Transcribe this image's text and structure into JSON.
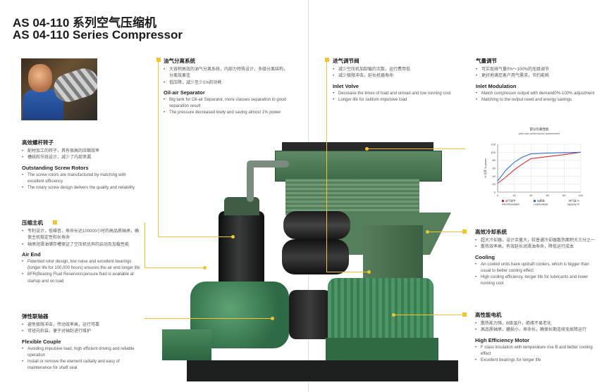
{
  "title": {
    "cn": "AS 04-110 系列空气压缩机",
    "en": "AS 04-110 Series Compressor"
  },
  "sections": {
    "oil_separator": {
      "cn_title": "油气分离系统",
      "cn_items": [
        "大容积高效的油气分离系统，内部力特殊设计，多级分离结构，分离效果佳",
        "低压降，减少至少1%的功耗"
      ],
      "en_title": "Oil-air Separator",
      "en_items": [
        "Big tank for Oil-air Separator, more classes separation to good separation result",
        "The pressure decreased lowly and saving almost 1% power"
      ]
    },
    "inlet_valve": {
      "cn_title": "进气调节阀",
      "cn_items": [
        "减少空压机加卸载的次数，运行费用低",
        "减少极限冲击，延长机器寿命"
      ],
      "en_title": "Inlet Volve",
      "en_items": [
        "Decrease the times of load and  unload and low running cost",
        "Longer life for seldom impulsive load"
      ]
    },
    "inlet_modulation": {
      "cn_title": "气量调节",
      "cn_items": [
        "可实现排气量0%～100%的无级调节",
        "更好地满足客户用气需求，节约能耗"
      ],
      "en_title": "Inlet Modulation",
      "en_items": [
        "Match  compressor  output  with  demand0%-100% adjustment",
        "Matching to the output need and energy savings"
      ]
    },
    "screw_rotors": {
      "cn_title": "高效螺杆转子",
      "cn_items": [
        "配材加工的转子，具有很高的压缩效率",
        "槽线和节线设计，减少了内部泄漏"
      ],
      "en_title": "Outstanding Screw Rotors",
      "en_items": [
        "The screw rotors are manufactured by matching with excellent efficiency",
        "The rotary screw design delivers the quality and reliability"
      ]
    },
    "air_end": {
      "cn_title": "压缩主机",
      "cn_items": [
        "专利设计，低噪音，寿命长达100000小时的高品质轴承，确保主机稳定性和长寿命",
        "轴承润滑油储存槽保证了空压机优异的启动及加载性能"
      ],
      "en_title": "Air End",
      "en_items": [
        "Patented rotor design, low noise and excellent bearings (longer life for 100,000 hours) ensures the air end longer life",
        "BFR(Bearing Fluid Reservoirs)ensure fluid is available at startup and on load"
      ]
    },
    "flexible_couple": {
      "cn_title": "弹性联轴器",
      "cn_items": [
        "避免极限冲击，传动效率高，运行可靠",
        "可径向拆装，便于对轴封进行维护"
      ],
      "en_title": "Flexible Couple",
      "en_items": [
        "Avoiding impulsive load, high efficient driving and reliable operation",
        "Install or remove the element radially and easy of maintenance for shaft seal"
      ]
    },
    "cooling": {
      "cn_title": "高效冷却系统",
      "cn_items": [
        "超大冷却器，设计余量大，较普通冷却器散热面积大三分之一",
        "散热效率高，有效延长润滑油寿命，降低运行成本"
      ],
      "en_title": "Cooling",
      "en_items": [
        "Air-cooled units have updraft coolers, which is bigger than usual to better cooling effect",
        "High cooling efficiency, longer life for lubricants and lower running cost"
      ]
    },
    "motor": {
      "cn_title": "高性能电机",
      "cn_items": [
        "散热能力强，B级温升，绝缘不易老化",
        "高品质轴承，磨损小，寿命长，确保长期连续无故障运行"
      ],
      "en_title": "High Efficiency Motor",
      "en_items": [
        "F class insulation with temperature rise B and better cooling effect",
        "Excellent bearings for longer life"
      ]
    }
  },
  "chart_data": {
    "type": "line",
    "title": "部分负载性能",
    "subtitle": "part load performance assessment",
    "ylabel": "% 功率",
    "ylabel_en": "% power",
    "xlabel": "排气量 %",
    "xlabel_en": "capacity %",
    "xlim": [
      0,
      100
    ],
    "ylim": [
      0,
      120
    ],
    "x_ticks": [
      "0",
      "20",
      "40",
      "60",
      "80",
      "100"
    ],
    "y_ticks": [
      "0",
      "20",
      "40",
      "60",
      "80",
      "100",
      "120"
    ],
    "series": [
      {
        "name": "进气调节",
        "name_en": "Inlet Modulation",
        "color": "#d92b2b",
        "x": [
          0,
          10,
          20,
          30,
          40,
          60,
          80,
          100
        ],
        "y": [
          22,
          38,
          56,
          71,
          84,
          89,
          94,
          100
        ]
      },
      {
        "name": "加卸载",
        "name_en": "Load/Unload",
        "color": "#2f6fd6",
        "x": [
          0,
          10,
          20,
          30,
          40,
          60,
          80,
          100
        ],
        "y": [
          28,
          55,
          75,
          88,
          96,
          98,
          99,
          100
        ]
      }
    ]
  }
}
